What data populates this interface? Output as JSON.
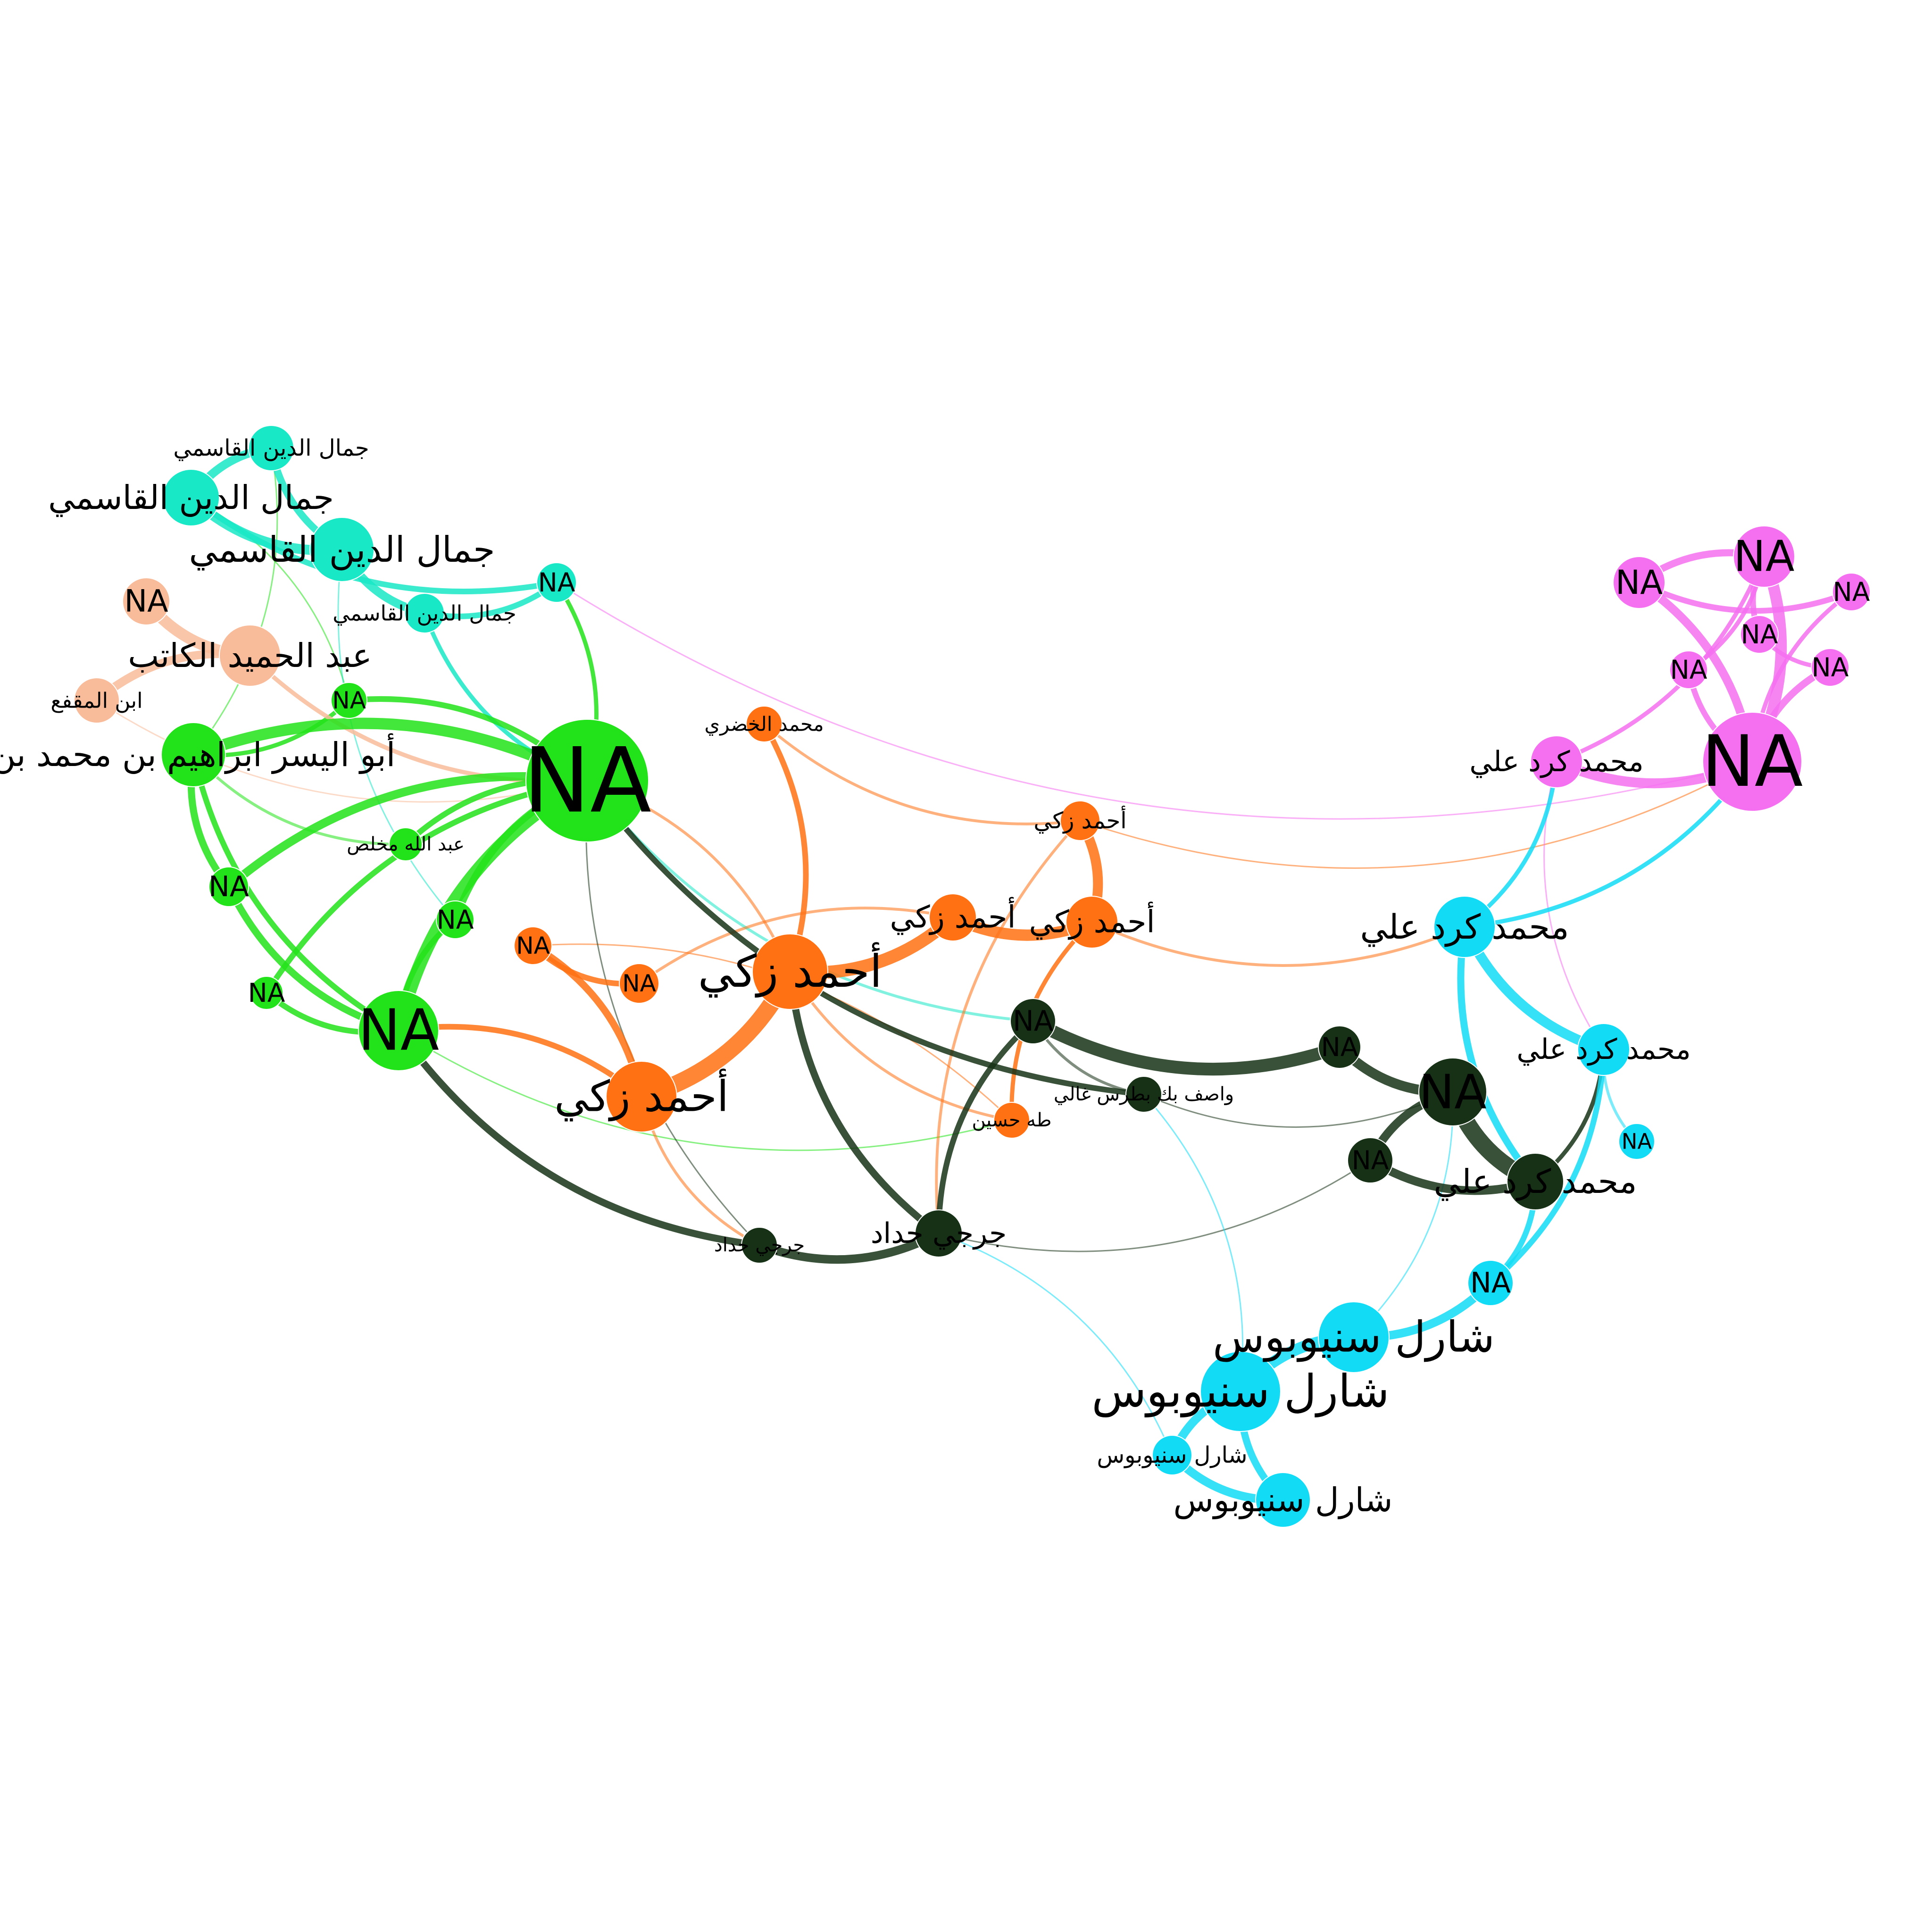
{
  "graph": {
    "colors": {
      "green": "#22e31a",
      "orange": "#ff7112",
      "teal": "#19e8c6",
      "peach": "#f9bc9a",
      "magenta": "#f570f0",
      "cyan": "#12dcf5",
      "darkgreen": "#163116"
    },
    "nodes": [
      {
        "id": "g_hub",
        "label": "NA",
        "group": "green"
      },
      {
        "id": "g_abu",
        "label": "أبو اليسر ابراهيم بن محمد بن",
        "group": "green"
      },
      {
        "id": "g_na2",
        "label": "NA",
        "group": "green"
      },
      {
        "id": "g_na3",
        "label": "NA",
        "group": "green"
      },
      {
        "id": "g_na4",
        "label": "NA",
        "group": "green"
      },
      {
        "id": "g_na5",
        "label": "NA",
        "group": "green"
      },
      {
        "id": "g_na6",
        "label": "NA",
        "group": "green"
      },
      {
        "id": "g_abd",
        "label": "عبد الله مخلص",
        "group": "green"
      },
      {
        "id": "t_q1",
        "label": "جمال الدين القاسمي",
        "group": "teal"
      },
      {
        "id": "t_q2",
        "label": "جمال الدين القاسمي",
        "group": "teal"
      },
      {
        "id": "t_q3",
        "label": "جمال الدين القاسمي",
        "group": "teal"
      },
      {
        "id": "t_q4",
        "label": "جمال الدين القاسمي",
        "group": "teal"
      },
      {
        "id": "t_na",
        "label": "NA",
        "group": "teal"
      },
      {
        "id": "p_na",
        "label": "NA",
        "group": "peach"
      },
      {
        "id": "p_abd",
        "label": "عبد الحميد الكاتب",
        "group": "peach"
      },
      {
        "id": "p_ibn",
        "label": "ابن المقفع",
        "group": "peach"
      },
      {
        "id": "o_z1",
        "label": "أحمد زكي",
        "group": "orange"
      },
      {
        "id": "o_z2",
        "label": "أحمد زكي",
        "group": "orange"
      },
      {
        "id": "o_z3",
        "label": "أحمد زكي",
        "group": "orange"
      },
      {
        "id": "o_z4",
        "label": "أحمد زكي",
        "group": "orange"
      },
      {
        "id": "o_z5",
        "label": "أحمد زكي",
        "group": "orange"
      },
      {
        "id": "o_khud",
        "label": "محمد الخضري",
        "group": "orange"
      },
      {
        "id": "o_taha",
        "label": "طه حسين",
        "group": "orange"
      },
      {
        "id": "o_na1",
        "label": "NA",
        "group": "orange"
      },
      {
        "id": "o_na2",
        "label": "NA",
        "group": "orange"
      },
      {
        "id": "d_na1",
        "label": "NA",
        "group": "darkgreen"
      },
      {
        "id": "d_na2",
        "label": "NA",
        "group": "darkgreen"
      },
      {
        "id": "d_na3",
        "label": "NA",
        "group": "darkgreen"
      },
      {
        "id": "d_na4",
        "label": "NA",
        "group": "darkgreen"
      },
      {
        "id": "d_wasf",
        "label": "واصف بك بطرس غالي",
        "group": "darkgreen"
      },
      {
        "id": "d_j1",
        "label": "جرجي حداد",
        "group": "darkgreen"
      },
      {
        "id": "d_j2",
        "label": "جرجي حداد",
        "group": "darkgreen"
      },
      {
        "id": "d_kurd",
        "label": "محمد كرد علي",
        "group": "darkgreen"
      },
      {
        "id": "c_kurd1",
        "label": "محمد كرد علي",
        "group": "cyan"
      },
      {
        "id": "c_kurd2",
        "label": "محمد كرد علي",
        "group": "cyan"
      },
      {
        "id": "c_na1",
        "label": "NA",
        "group": "cyan"
      },
      {
        "id": "c_na2",
        "label": "NA",
        "group": "cyan"
      },
      {
        "id": "c_s1",
        "label": "شارل سنيوبوس",
        "group": "cyan"
      },
      {
        "id": "c_s2",
        "label": "شارل سنيوبوس",
        "group": "cyan"
      },
      {
        "id": "c_s3",
        "label": "شارل سنيوبوس",
        "group": "cyan"
      },
      {
        "id": "c_s4",
        "label": "شارل سنيوبوس",
        "group": "cyan"
      },
      {
        "id": "m_hub",
        "label": "NA",
        "group": "magenta"
      },
      {
        "id": "m_na1",
        "label": "NA",
        "group": "magenta"
      },
      {
        "id": "m_na2",
        "label": "NA",
        "group": "magenta"
      },
      {
        "id": "m_na3",
        "label": "NA",
        "group": "magenta"
      },
      {
        "id": "m_na4",
        "label": "NA",
        "group": "magenta"
      },
      {
        "id": "m_na5",
        "label": "NA",
        "group": "magenta"
      },
      {
        "id": "m_na6",
        "label": "NA",
        "group": "magenta"
      },
      {
        "id": "m_kurd",
        "label": "محمد كرد علي",
        "group": "magenta"
      }
    ],
    "edges": [
      {
        "source": "g_hub",
        "target": "g_abu",
        "weight": 8,
        "group": "green"
      },
      {
        "source": "g_hub",
        "target": "g_na6",
        "weight": 9,
        "group": "green"
      },
      {
        "source": "g_hub",
        "target": "g_na2",
        "weight": 6,
        "group": "green"
      },
      {
        "source": "g_hub",
        "target": "g_na3",
        "weight": 5,
        "group": "green"
      },
      {
        "source": "g_hub",
        "target": "g_na4",
        "weight": 4,
        "group": "green"
      },
      {
        "source": "g_hub",
        "target": "g_abd",
        "weight": 4,
        "group": "green"
      },
      {
        "source": "g_hub",
        "target": "g_na5",
        "weight": 4,
        "group": "green"
      },
      {
        "source": "g_hub",
        "target": "t_na",
        "weight": 3,
        "group": "green"
      },
      {
        "source": "g_abu",
        "target": "g_na2",
        "weight": 5,
        "group": "green"
      },
      {
        "source": "g_abu",
        "target": "g_na6",
        "weight": 4,
        "group": "green"
      },
      {
        "source": "g_abu",
        "target": "g_na5",
        "weight": 3,
        "group": "green"
      },
      {
        "source": "g_na2",
        "target": "g_na6",
        "weight": 5,
        "group": "green"
      },
      {
        "source": "g_na4",
        "target": "g_na6",
        "weight": 4,
        "group": "green"
      },
      {
        "source": "g_na3",
        "target": "g_na6",
        "weight": 4,
        "group": "green"
      },
      {
        "source": "g_abu",
        "target": "g_abd",
        "weight": 2,
        "group": "green"
      },
      {
        "source": "g_abu",
        "target": "t_q1",
        "weight": 1,
        "group": "green"
      },
      {
        "source": "g_na5",
        "target": "t_q2",
        "weight": 1,
        "group": "green"
      },
      {
        "source": "g_na6",
        "target": "o_taha",
        "weight": 1,
        "group": "green"
      },
      {
        "source": "t_q1",
        "target": "t_q2",
        "weight": 6,
        "group": "teal"
      },
      {
        "source": "t_q2",
        "target": "t_q3",
        "weight": 7,
        "group": "teal"
      },
      {
        "source": "t_q3",
        "target": "t_q4",
        "weight": 6,
        "group": "teal"
      },
      {
        "source": "t_q4",
        "target": "t_na",
        "weight": 4,
        "group": "teal"
      },
      {
        "source": "t_q2",
        "target": "t_na",
        "weight": 4,
        "group": "teal"
      },
      {
        "source": "t_q1",
        "target": "t_q3",
        "weight": 5,
        "group": "teal"
      },
      {
        "source": "t_q4",
        "target": "g_hub",
        "weight": 3,
        "group": "teal"
      },
      {
        "source": "t_q3",
        "target": "g_na3",
        "weight": 1,
        "group": "teal"
      },
      {
        "source": "g_hub",
        "target": "d_na1",
        "weight": 2,
        "group": "teal"
      },
      {
        "source": "p_na",
        "target": "p_abd",
        "weight": 8,
        "group": "peach"
      },
      {
        "source": "p_abd",
        "target": "p_ibn",
        "weight": 6,
        "group": "peach"
      },
      {
        "source": "p_abd",
        "target": "g_hub",
        "weight": 3,
        "group": "peach"
      },
      {
        "source": "p_ibn",
        "target": "g_hub",
        "weight": 1,
        "group": "peach"
      },
      {
        "source": "o_z1",
        "target": "o_z2",
        "weight": 12,
        "group": "orange"
      },
      {
        "source": "o_z2",
        "target": "o_z3",
        "weight": 9,
        "group": "orange"
      },
      {
        "source": "o_z3",
        "target": "o_z4",
        "weight": 8,
        "group": "orange"
      },
      {
        "source": "o_z4",
        "target": "o_z5",
        "weight": 7,
        "group": "orange"
      },
      {
        "source": "o_z1",
        "target": "o_na1",
        "weight": 5,
        "group": "orange"
      },
      {
        "source": "o_na1",
        "target": "o_na2",
        "weight": 4,
        "group": "orange"
      },
      {
        "source": "o_z1",
        "target": "g_na6",
        "weight": 4,
        "group": "orange"
      },
      {
        "source": "o_z2",
        "target": "o_khud",
        "weight": 4,
        "group": "orange"
      },
      {
        "source": "o_z4",
        "target": "o_taha",
        "weight": 3,
        "group": "orange"
      },
      {
        "source": "o_z2",
        "target": "o_taha",
        "weight": 2,
        "group": "orange"
      },
      {
        "source": "o_z1",
        "target": "d_j1",
        "weight": 2,
        "group": "orange"
      },
      {
        "source": "o_z2",
        "target": "g_hub",
        "weight": 2,
        "group": "orange"
      },
      {
        "source": "o_khud",
        "target": "o_z5",
        "weight": 2,
        "group": "orange"
      },
      {
        "source": "o_z3",
        "target": "o_na2",
        "weight": 2,
        "group": "orange"
      },
      {
        "source": "o_z4",
        "target": "c_kurd1",
        "weight": 2,
        "group": "orange"
      },
      {
        "source": "o_z5",
        "target": "m_hub",
        "weight": 1,
        "group": "orange"
      },
      {
        "source": "o_z5",
        "target": "d_j2",
        "weight": 2,
        "group": "orange"
      },
      {
        "source": "o_taha",
        "target": "o_na1",
        "weight": 1,
        "group": "orange"
      },
      {
        "source": "d_na1",
        "target": "d_na2",
        "weight": 9,
        "group": "darkgreen"
      },
      {
        "source": "d_na2",
        "target": "d_na3",
        "weight": 7,
        "group": "darkgreen"
      },
      {
        "source": "d_na3",
        "target": "d_kurd",
        "weight": 12,
        "group": "darkgreen"
      },
      {
        "source": "d_na4",
        "target": "d_kurd",
        "weight": 6,
        "group": "darkgreen"
      },
      {
        "source": "d_na3",
        "target": "d_na4",
        "weight": 6,
        "group": "darkgreen"
      },
      {
        "source": "d_j1",
        "target": "d_j2",
        "weight": 6,
        "group": "darkgreen"
      },
      {
        "source": "g_na6",
        "target": "d_j1",
        "weight": 5,
        "group": "darkgreen"
      },
      {
        "source": "o_z2",
        "target": "d_j2",
        "weight": 5,
        "group": "darkgreen"
      },
      {
        "source": "g_hub",
        "target": "d_wasf",
        "weight": 4,
        "group": "darkgreen"
      },
      {
        "source": "d_na1",
        "target": "d_j2",
        "weight": 4,
        "group": "darkgreen"
      },
      {
        "source": "d_na1",
        "target": "d_wasf",
        "weight": 2,
        "group": "darkgreen"
      },
      {
        "source": "d_wasf",
        "target": "d_na3",
        "weight": 1,
        "group": "darkgreen"
      },
      {
        "source": "d_j2",
        "target": "d_na4",
        "weight": 1,
        "group": "darkgreen"
      },
      {
        "source": "g_hub",
        "target": "d_j1",
        "weight": 1,
        "group": "darkgreen"
      },
      {
        "source": "d_kurd",
        "target": "c_kurd2",
        "weight": 3,
        "group": "darkgreen"
      },
      {
        "source": "c_s1",
        "target": "c_s2",
        "weight": 8,
        "group": "cyan"
      },
      {
        "source": "c_s2",
        "target": "c_s3",
        "weight": 6,
        "group": "cyan"
      },
      {
        "source": "c_s3",
        "target": "c_s4",
        "weight": 6,
        "group": "cyan"
      },
      {
        "source": "c_s2",
        "target": "c_s4",
        "weight": 5,
        "group": "cyan"
      },
      {
        "source": "c_s1",
        "target": "c_na1",
        "weight": 6,
        "group": "cyan"
      },
      {
        "source": "c_na1",
        "target": "c_kurd2",
        "weight": 4,
        "group": "cyan"
      },
      {
        "source": "c_kurd1",
        "target": "c_kurd2",
        "weight": 7,
        "group": "cyan"
      },
      {
        "source": "c_kurd1",
        "target": "d_kurd",
        "weight": 5,
        "group": "cyan"
      },
      {
        "source": "c_kurd2",
        "target": "c_na2",
        "weight": 2,
        "group": "cyan"
      },
      {
        "source": "c_kurd1",
        "target": "m_kurd",
        "weight": 3,
        "group": "cyan"
      },
      {
        "source": "c_kurd1",
        "target": "m_hub",
        "weight": 3,
        "group": "cyan"
      },
      {
        "source": "c_na1",
        "target": "d_kurd",
        "weight": 4,
        "group": "cyan"
      },
      {
        "source": "c_s1",
        "target": "d_na3",
        "weight": 1,
        "group": "cyan"
      },
      {
        "source": "c_s2",
        "target": "d_wasf",
        "weight": 1,
        "group": "cyan"
      },
      {
        "source": "c_s3",
        "target": "d_j2",
        "weight": 1,
        "group": "cyan"
      },
      {
        "source": "m_hub",
        "target": "m_na1",
        "weight": 8,
        "group": "magenta"
      },
      {
        "source": "m_hub",
        "target": "m_na2",
        "weight": 6,
        "group": "magenta"
      },
      {
        "source": "m_na1",
        "target": "m_na2",
        "weight": 5,
        "group": "magenta"
      },
      {
        "source": "m_na2",
        "target": "m_na3",
        "weight": 4,
        "group": "magenta"
      },
      {
        "source": "m_na1",
        "target": "m_na4",
        "weight": 4,
        "group": "magenta"
      },
      {
        "source": "m_na4",
        "target": "m_na5",
        "weight": 3,
        "group": "magenta"
      },
      {
        "source": "m_na5",
        "target": "m_hub",
        "weight": 5,
        "group": "magenta"
      },
      {
        "source": "m_na6",
        "target": "m_hub",
        "weight": 4,
        "group": "magenta"
      },
      {
        "source": "m_na6",
        "target": "m_na1",
        "weight": 3,
        "group": "magenta"
      },
      {
        "source": "m_kurd",
        "target": "m_hub",
        "weight": 7,
        "group": "magenta"
      },
      {
        "source": "m_kurd",
        "target": "m_na1",
        "weight": 3,
        "group": "magenta"
      },
      {
        "source": "m_na3",
        "target": "m_hub",
        "weight": 3,
        "group": "magenta"
      },
      {
        "source": "t_na",
        "target": "m_hub",
        "weight": 1,
        "group": "magenta"
      },
      {
        "source": "m_kurd",
        "target": "c_kurd2",
        "weight": 1,
        "group": "magenta"
      }
    ]
  }
}
